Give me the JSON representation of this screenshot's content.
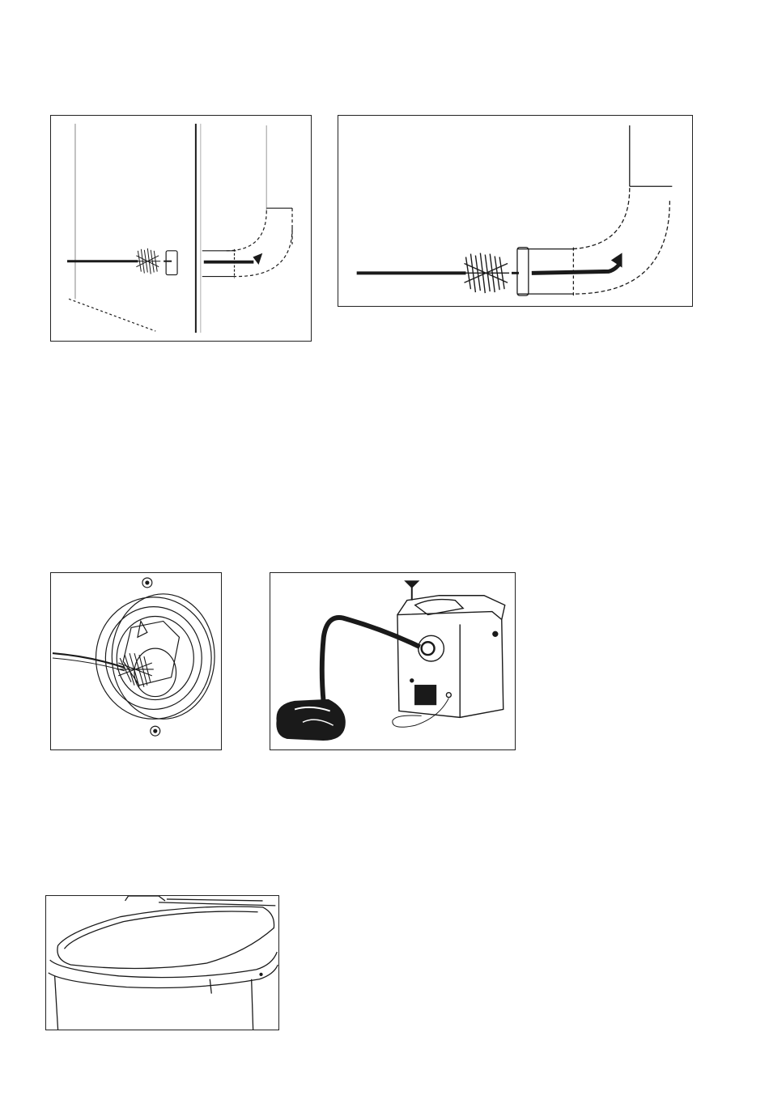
{
  "page": {
    "figures": [
      {
        "id": "fig1",
        "subject": "brush-cleaning-vent-pipe-through-wall"
      },
      {
        "id": "fig2",
        "subject": "brush-cleaning-vent-pipe-bend"
      },
      {
        "id": "fig3",
        "subject": "brush-in-vent-fan-opening"
      },
      {
        "id": "fig4",
        "subject": "vacuum-cleaner-hose-on-toilet-unit"
      },
      {
        "id": "fig5",
        "subject": "toilet-lid-closed"
      }
    ],
    "colors": {
      "ink": "#1a1a1a",
      "paper": "#ffffff",
      "grey": "#888888"
    }
  }
}
